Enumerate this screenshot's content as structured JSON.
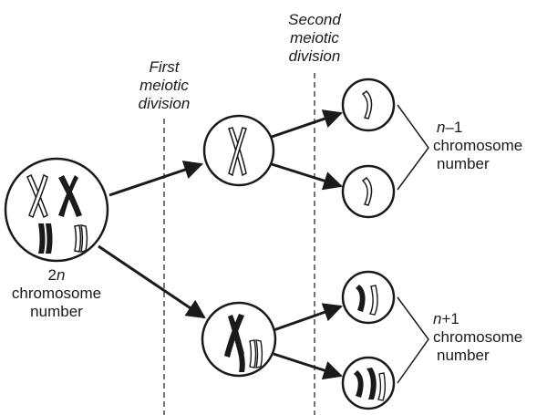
{
  "labels": {
    "first_division": [
      "First",
      "meiotic",
      "division"
    ],
    "second_division": [
      "Second",
      "meiotic",
      "division"
    ],
    "parent_ploidy": "2",
    "parent_ploidy_var": "n",
    "chromosome_word": "chromosome",
    "number_word": "number",
    "top_group_var": "n",
    "top_group_suffix": "–1",
    "bottom_group_var": "n",
    "bottom_group_suffix": "+1"
  },
  "colors": {
    "ink": "#1a1a1a",
    "background": "#ffffff"
  }
}
